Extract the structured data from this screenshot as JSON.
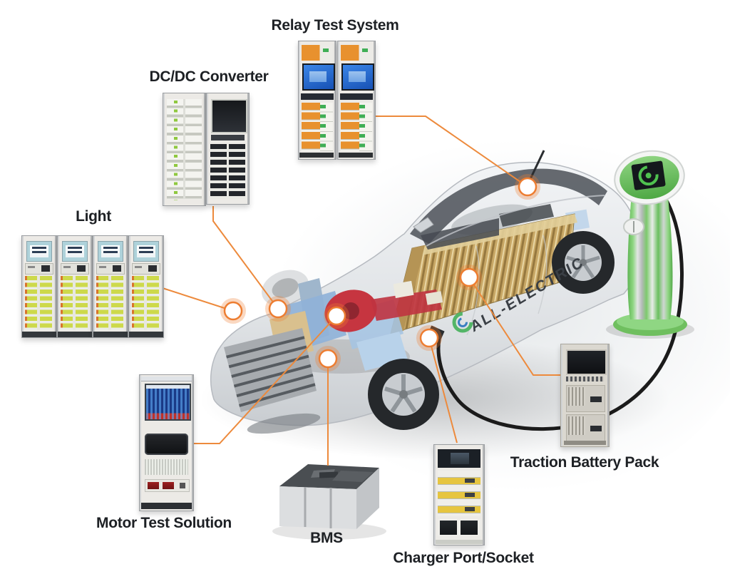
{
  "diagram": {
    "nodes": [
      {
        "id": "relay-test-system",
        "label": "Relay Test System"
      },
      {
        "id": "dcdc-converter",
        "label": "DC/DC Converter"
      },
      {
        "id": "light",
        "label": "Light"
      },
      {
        "id": "motor-test-solution",
        "label": "Motor Test Solution"
      },
      {
        "id": "bms",
        "label": "BMS"
      },
      {
        "id": "charger-port-socket",
        "label": "Charger Port/Socket"
      },
      {
        "id": "traction-battery-pack",
        "label": "Traction Battery Pack"
      }
    ],
    "car": {
      "badge": "ALL-ELECTRIC"
    },
    "connections": [
      {
        "from": "light",
        "to": "car-front-end"
      },
      {
        "from": "dcdc-converter",
        "to": "car-front-fender"
      },
      {
        "from": "relay-test-system",
        "to": "car-rear-roof"
      },
      {
        "from": "motor-test-solution",
        "to": "car-electric-motor"
      },
      {
        "from": "bms",
        "to": "car-battery-management"
      },
      {
        "from": "charger-port-socket",
        "to": "car-charge-port"
      },
      {
        "from": "traction-battery-pack",
        "to": "car-battery-pack"
      }
    ],
    "colors": {
      "callout_line": "#ED8A3C",
      "callout_ring": "#ED7D31",
      "rack_module_orange": "#E8912E",
      "light_module_green": "#CDD94B",
      "charger_module_yellow": "#E6C53F",
      "station_green": "#6FBF5F",
      "battery_gold": "#C8A765",
      "motor_red": "#C63540",
      "component_blue": "#8FB2D8",
      "cable_black": "#1B1B1B"
    }
  }
}
